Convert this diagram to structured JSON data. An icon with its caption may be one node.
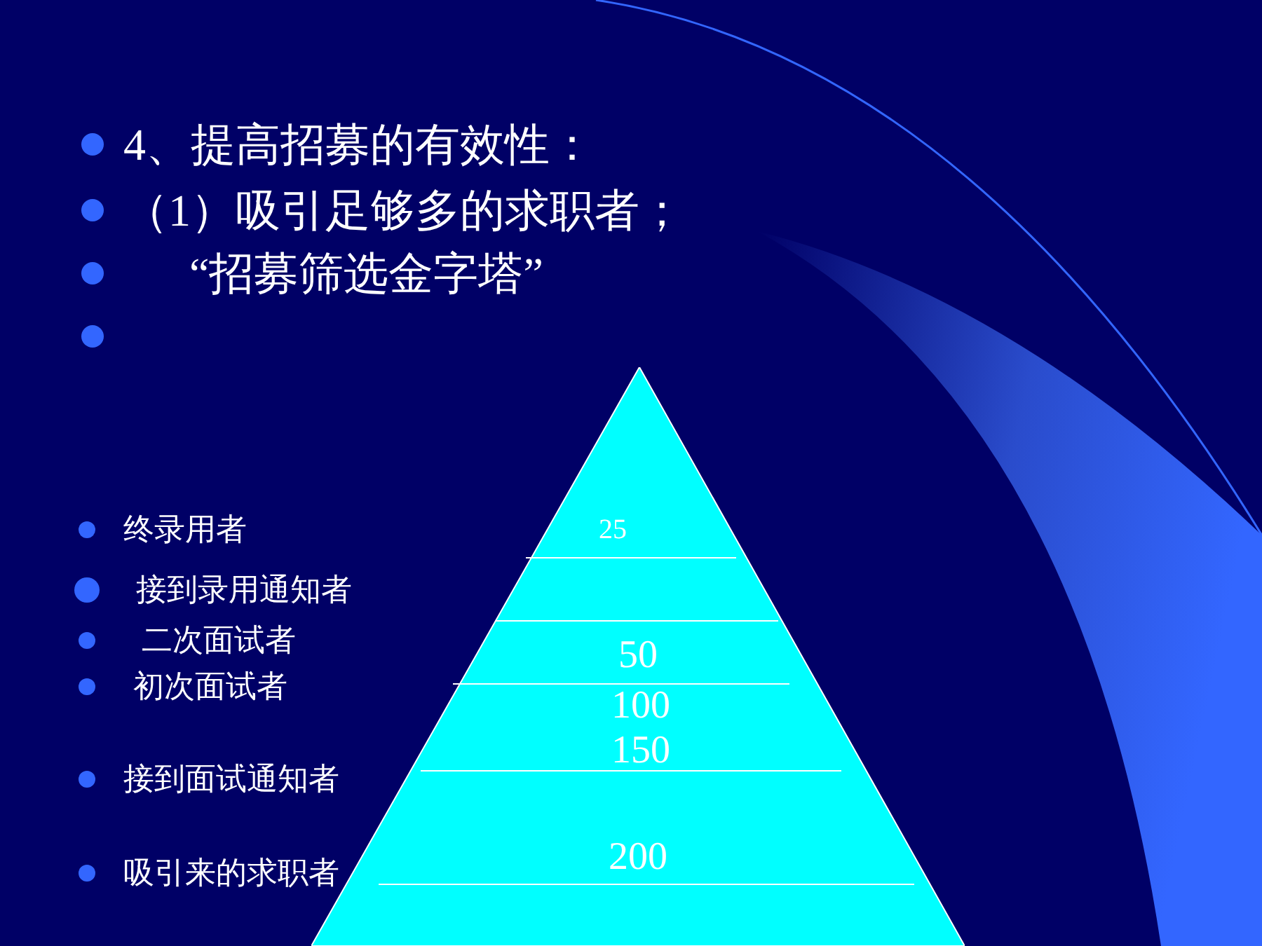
{
  "diagram": {
    "nodes": [
      {
        "text": [
          "25",
          "50",
          "100",
          "150",
          "200"
        ]
      }
    ],
    "labels": [
      "4、提高招募的有效性：",
      "（1）吸引足够多的求职者；",
      "“招募筛选金字塔”",
      "终录用者",
      "接到录用通知者",
      "二次面试者",
      "初次面试者",
      "接到面试通知者",
      "吸引来的求职者"
    ]
  }
}
